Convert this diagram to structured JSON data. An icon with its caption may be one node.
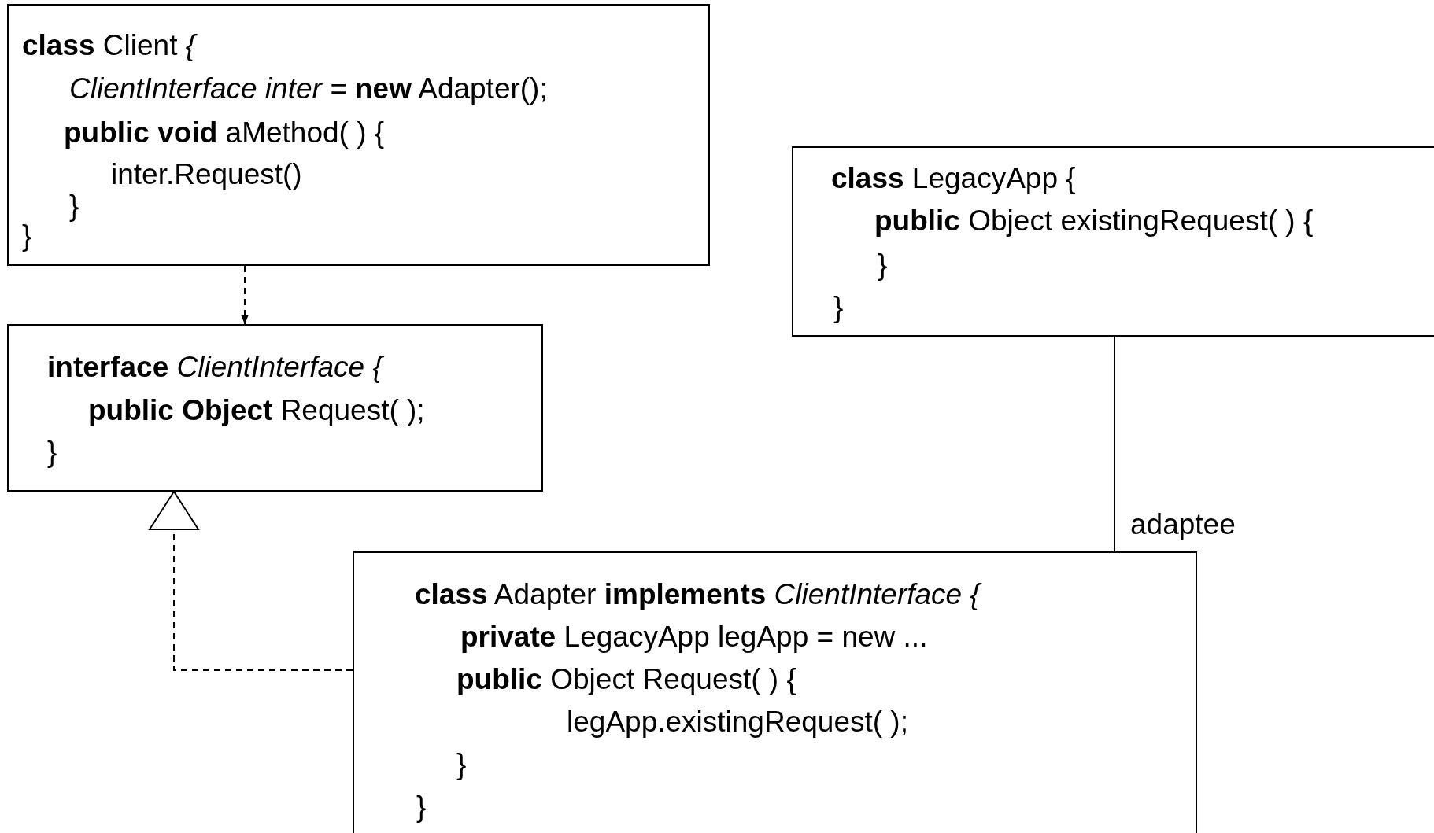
{
  "diagram": {
    "nodes": [
      {
        "text": [
          "**class** Client *{*",
          "*ClientInterface inter =* **new** Adapter();",
          "**public void** aMethod( ) {",
          "inter.Request()",
          "}",
          "}"
        ]
      },
      {
        "text": [
          "**interface** *ClientInterface {*",
          "**public Object** Request( );",
          "}"
        ]
      },
      {
        "text": [
          "**class** LegacyApp {",
          "**public** Object existingRequest( ) {",
          "}",
          "}"
        ]
      },
      {
        "text": [
          "**class** Adapter **implements** *ClientInterface {*",
          "**private** LegacyApp legApp = new ...",
          "**public** Object Request( ) {",
          "legApp.existingRequest( );",
          "}",
          "}"
        ]
      }
    ],
    "edges": [
      {
        "from": 0,
        "to": 1,
        "arrow": "to",
        "style": "dashed"
      },
      {
        "from": 3,
        "to": 1,
        "arrow": "to",
        "style": "dashed"
      },
      {
        "from": 2,
        "to": 3,
        "arrow": "none",
        "label": "adaptee"
      }
    ]
  }
}
